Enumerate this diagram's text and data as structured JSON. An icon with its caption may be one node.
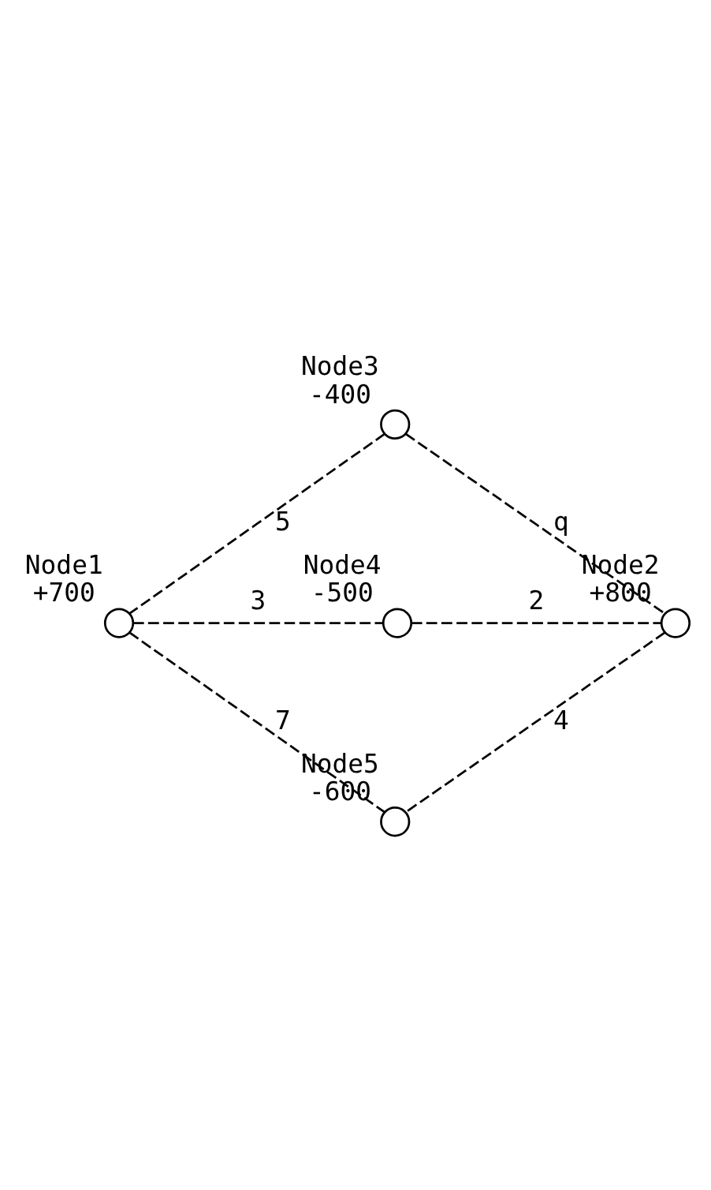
{
  "diagram": {
    "nodes": [
      {
        "text": [],
        "shape": "circle",
        "beside": [
          "Node3",
          "-400"
        ]
      },
      {
        "text": [],
        "shape": "circle",
        "beside": [
          "Node1",
          "+700"
        ]
      },
      {
        "text": [],
        "shape": "circle",
        "beside": [
          "Node4",
          "-500"
        ]
      },
      {
        "text": [],
        "shape": "circle",
        "beside": [
          "Node2",
          "+800"
        ]
      },
      {
        "text": [],
        "shape": "circle",
        "beside": [
          "Node5",
          "-600"
        ]
      }
    ],
    "edges": [
      {
        "from": 0,
        "to": 1,
        "arrow": "none",
        "label": "5",
        "style": "dashed"
      },
      {
        "from": 0,
        "to": 3,
        "arrow": "none",
        "label": "q",
        "style": "dashed"
      },
      {
        "from": 1,
        "to": 2,
        "arrow": "none",
        "label": "3",
        "style": "dashed"
      },
      {
        "from": 2,
        "to": 3,
        "arrow": "none",
        "label": "2",
        "style": "dashed"
      },
      {
        "from": 1,
        "to": 4,
        "arrow": "none",
        "label": "7",
        "style": "dashed"
      },
      {
        "from": 3,
        "to": 4,
        "arrow": "none",
        "label": "4",
        "style": "dashed"
      }
    ]
  }
}
